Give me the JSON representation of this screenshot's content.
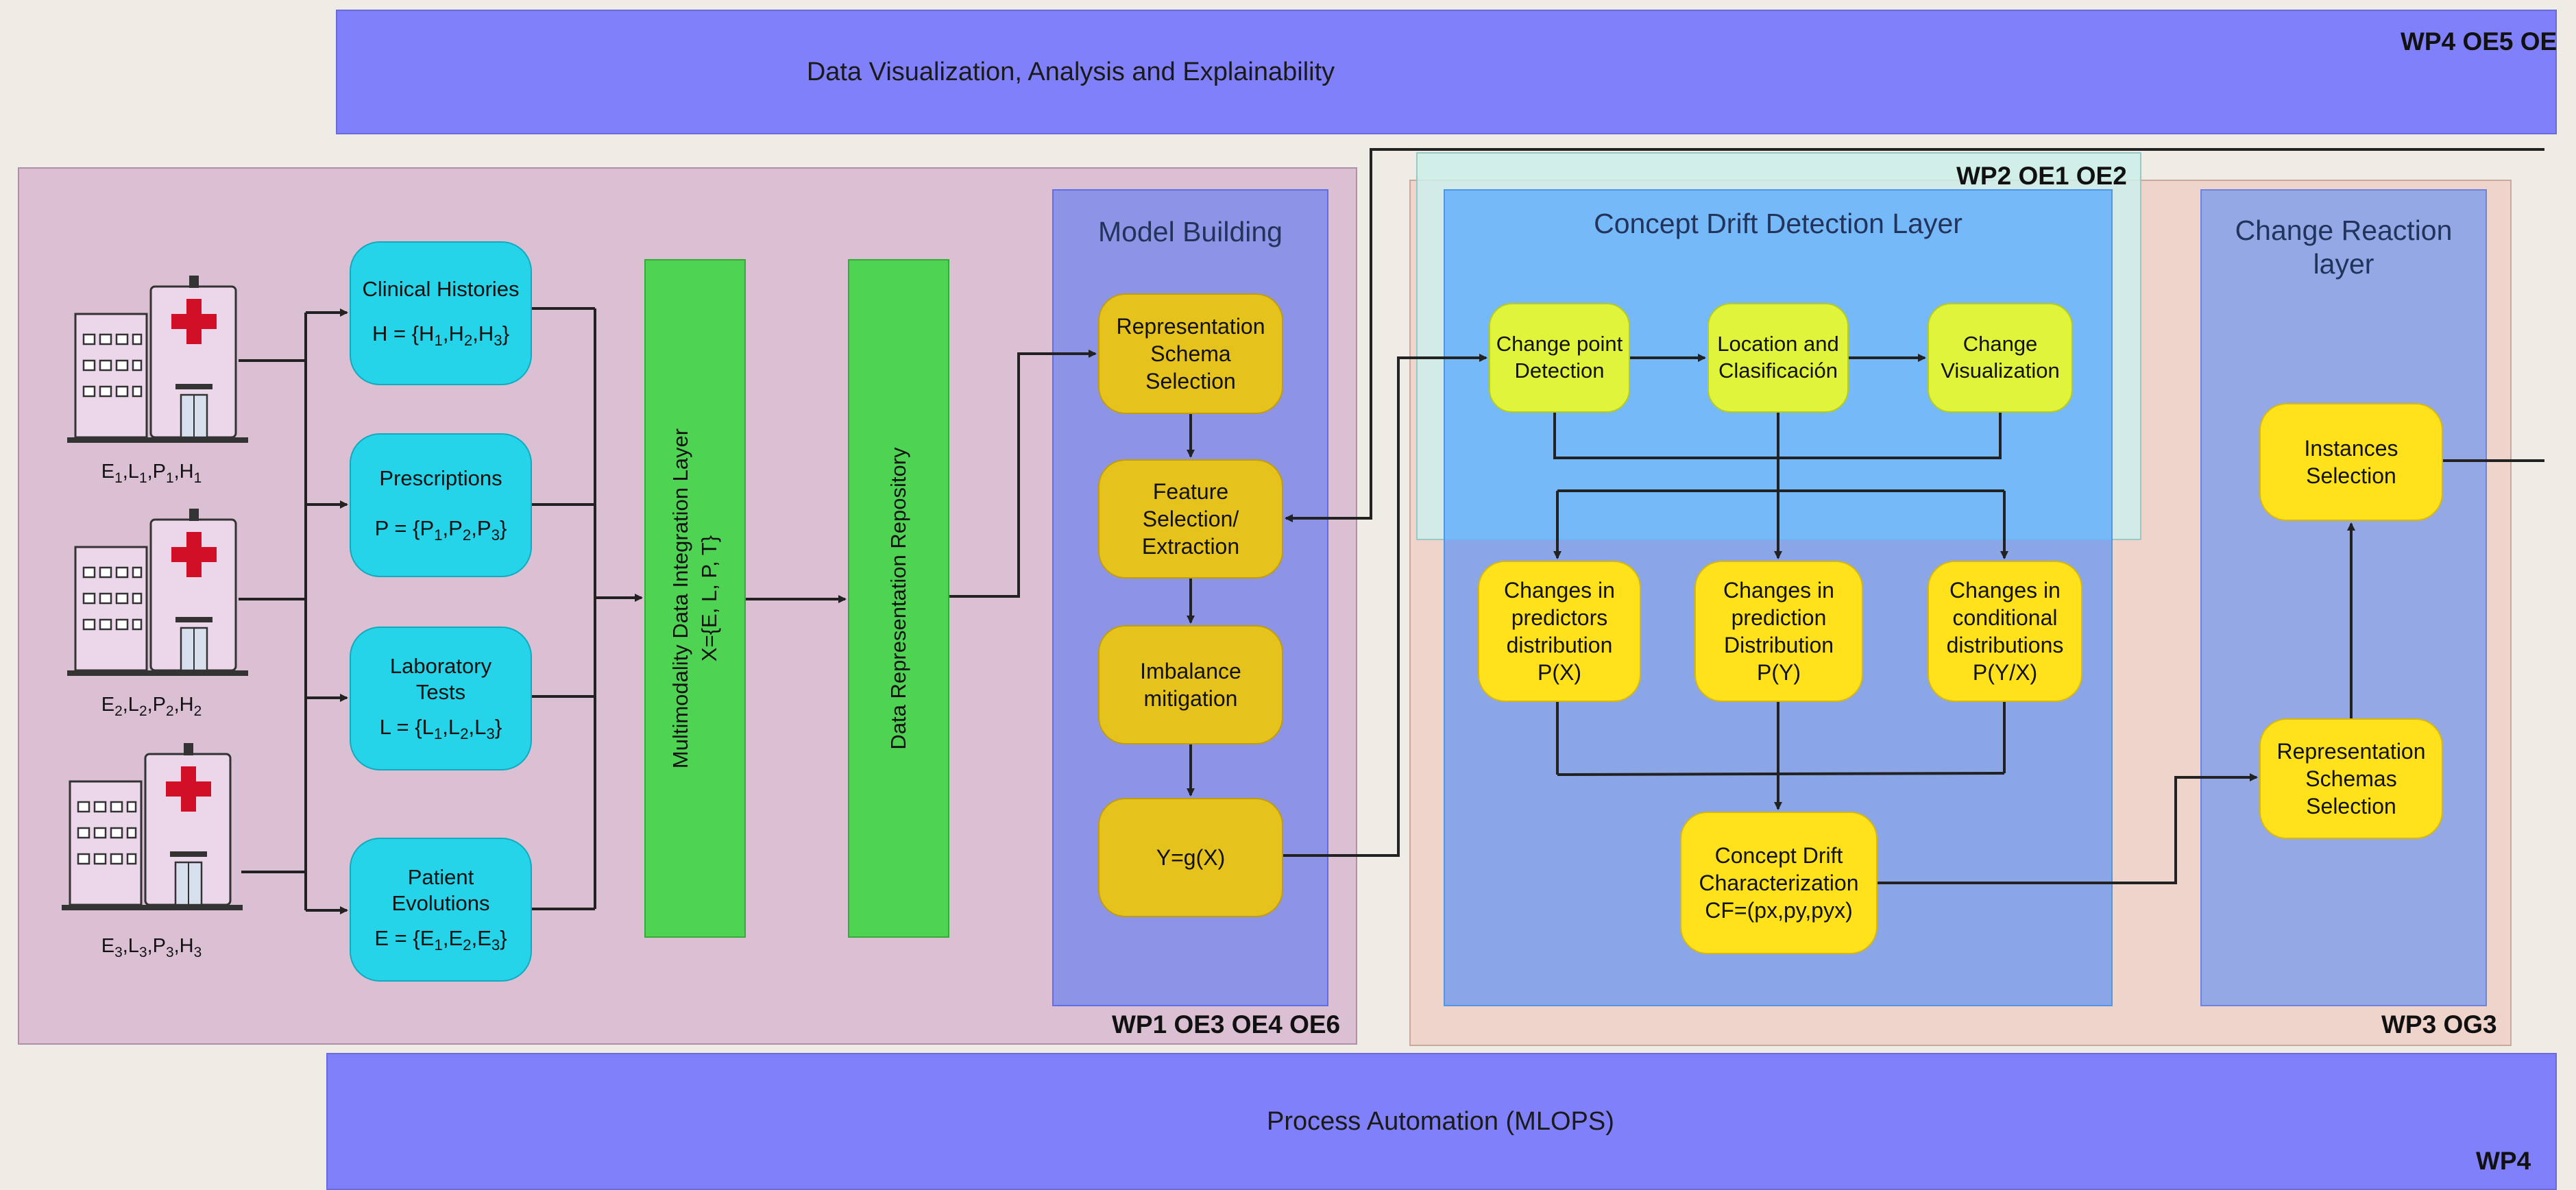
{
  "banners": {
    "top": {
      "label": "Data Visualization, Analysis and Explainability",
      "tag": "WP4 OE5 OE"
    },
    "bottom": {
      "label": "Process Automation (MLOPS)",
      "tag": "WP4"
    }
  },
  "wp1": {
    "tag": "WP1 OE3 OE4 OE6",
    "hospitals": [
      {
        "E": "E",
        "L": "L",
        "P": "P",
        "H": "H",
        "idx": "1"
      },
      {
        "E": "E",
        "L": "L",
        "P": "P",
        "H": "H",
        "idx": "2"
      },
      {
        "E": "E",
        "L": "L",
        "P": "P",
        "H": "H",
        "idx": "3"
      }
    ],
    "sources": [
      {
        "title": "Clinical Histories",
        "sym": "H",
        "items": [
          "H",
          "H",
          "H"
        ]
      },
      {
        "title": "Prescriptions",
        "sym": "P",
        "items": [
          "P",
          "P",
          "P"
        ]
      },
      {
        "title": "Laboratory Tests",
        "sym": "L",
        "items": [
          "L",
          "L",
          "L"
        ]
      },
      {
        "title": "Patient Evolutions",
        "sym": "E",
        "items": [
          "E",
          "E",
          "E"
        ]
      }
    ],
    "integration_layer": {
      "line1": "Multimodality Data Integration Layer",
      "line2": "X={E, L, P, T}"
    },
    "repository": "Data Representation Repository",
    "model_building": {
      "title": "Model Building",
      "steps": [
        "Representation Schema Selection",
        "Feature Selection/ Extraction",
        "Imbalance mitigation",
        "Y=g(X)"
      ]
    }
  },
  "wp2": {
    "tag": "WP2 OE1 OE2",
    "title": "Concept Drift Detection Layer",
    "detection": [
      "Change point Detection",
      "Location and Clasificación",
      "Change Visualization"
    ],
    "changes": [
      {
        "label": "Changes in predictors distribution",
        "formula": "P(X)"
      },
      {
        "label": "Changes in prediction Distribution",
        "formula": "P(Y)"
      },
      {
        "label": "Changes in conditional distributions",
        "formula": "P(Y/X)"
      }
    ],
    "characterization": {
      "label": "Concept Drift Characterization",
      "formula": "CF=(px,py,pyx)"
    }
  },
  "wp3": {
    "tag": "WP3 OG3",
    "title": "Change Reaction layer",
    "boxes": [
      "Instances Selection",
      "Representation Schemas Selection"
    ]
  },
  "colors": {
    "banner": "#8080fb",
    "wp1_bg": "#dbc0d4",
    "wp3_bg": "#efd4cc",
    "wp2_bg": "#cdeeea",
    "source_box": "#25d4e8",
    "model_step": "#e6c21c",
    "detection_box": "#dff43a",
    "change_box": "#ffe11c",
    "integration_bar": "#4fd352",
    "hospital_cross": "#d10f27"
  },
  "icons": [
    "hospital-icon"
  ]
}
